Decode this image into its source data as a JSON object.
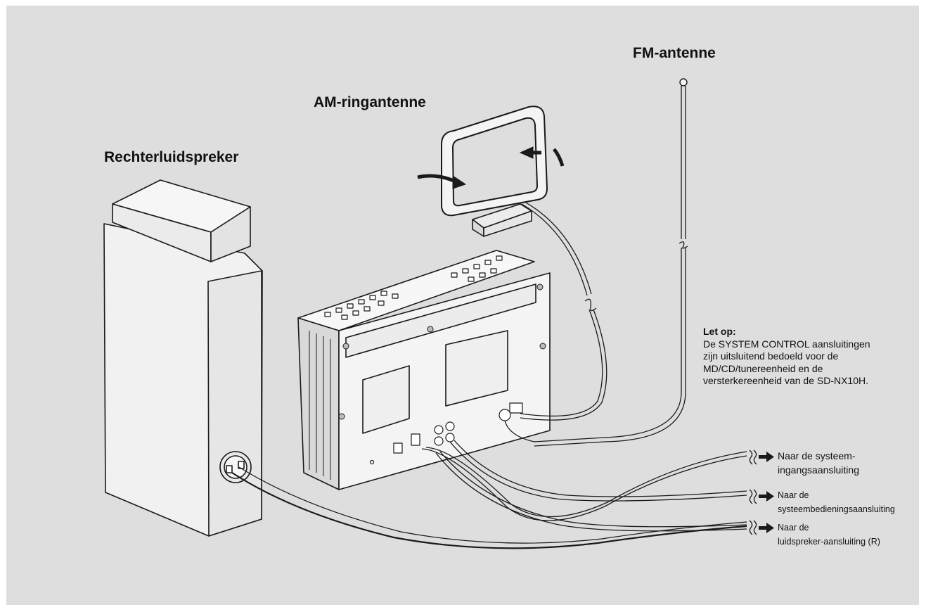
{
  "labels": {
    "speaker": "Rechterluidspreker",
    "am_antenna": "AM-ringantenne",
    "fm_antenna": "FM-antenne"
  },
  "note": {
    "title": "Let op:",
    "lines": [
      "De SYSTEM CONTROL aansluitingen",
      "zijn uitsluitend bedoeld voor de",
      "MD/CD/tunereenheid en de",
      "versterkereenheid van de SD-NX10H."
    ]
  },
  "destinations": [
    {
      "line1": "Naar de systeem-",
      "line2": "ingangsaansluiting"
    },
    {
      "line1": "Naar de",
      "line2": "systeembedieningsaansluiting"
    },
    {
      "line1": "Naar de",
      "line2": "luidspreker-aansluiting (R)"
    }
  ],
  "colors": {
    "background": "#dedede",
    "device": "#f3f3f3",
    "line": "#1a1a1a"
  },
  "icons": [
    "arrow-right-icon",
    "cable-break-icon",
    "rotate-arrow-icon"
  ]
}
